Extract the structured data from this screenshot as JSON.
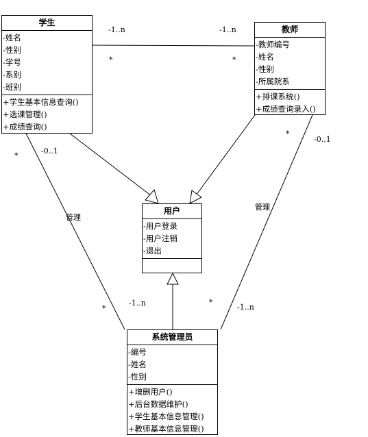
{
  "classes": {
    "student": {
      "name": "学生",
      "attributes": [
        "-姓名",
        "-性别",
        "-学号",
        "-系别",
        "-班别"
      ],
      "methods": [
        "+学生基本信息查询()",
        "+选课管理()",
        "+成绩查询()"
      ]
    },
    "teacher": {
      "name": "教师",
      "attributes": [
        "-教师编号",
        "-姓名",
        "-性别",
        "-所属院系"
      ],
      "methods": [
        "+排课系统()",
        "+成绩查询录入()"
      ]
    },
    "user": {
      "name": "用户",
      "attributes": [
        "-用户登录",
        "-用户注销",
        "-退出"
      ],
      "methods": []
    },
    "admin": {
      "name": "系统管理员",
      "attributes": [
        "-编号",
        "-姓名",
        "-性别"
      ],
      "methods": [
        "+增删用户()",
        "+后台数据维护()",
        "+学生基本信息管理()",
        "+教师基本信息管理()"
      ]
    }
  },
  "labels": {
    "st_mult_left": "-1..n",
    "st_mult_right": "-1..n",
    "st_star_left": "*",
    "st_star_right": "*",
    "sa_star_top": "*",
    "sa_mult_top": "-0..1",
    "sa_assoc": "管理",
    "sa_star_bottom": "*",
    "sa_mult_bottom": "-1..n",
    "ta_star_top": "*",
    "ta_mult_top": "-0..1",
    "ta_assoc": "管理",
    "ta_star_bottom": "*",
    "ta_mult_bottom": "-1..n"
  }
}
